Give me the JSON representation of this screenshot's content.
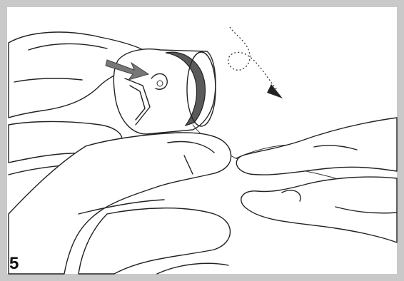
{
  "figure": {
    "step_number": "5",
    "colors": {
      "border": "#c9c9c9",
      "line": "#222222",
      "bobbin_dark": "#5a5a5a",
      "arrow": "#777777"
    },
    "icons": [
      "left-hand",
      "right-hand-fingers",
      "bobbin-case",
      "bobbin",
      "indicator-arrow",
      "dotted-rotation-arrow",
      "thread"
    ]
  }
}
